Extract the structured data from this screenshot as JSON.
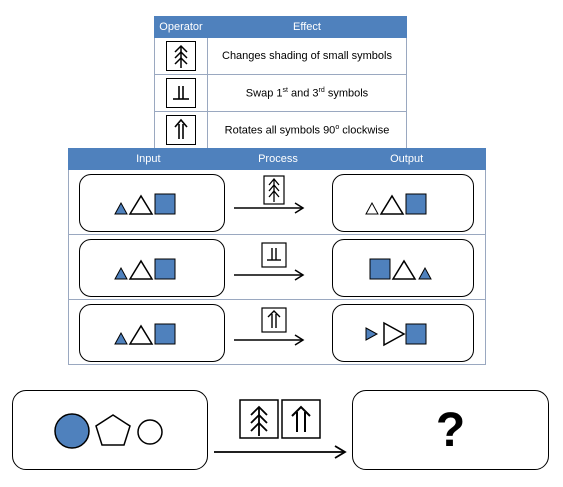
{
  "operator_table": {
    "headers": [
      "Operator",
      "Effect"
    ],
    "rows": [
      {
        "icon": "shading-operator-icon",
        "effect": "Changes shading of small symbols"
      },
      {
        "icon": "swap-operator-icon",
        "effect_pre": "Swap 1",
        "sup1": "st",
        "effect_mid": " and 3",
        "sup2": "rd",
        "effect_post": " symbols"
      },
      {
        "icon": "rotate-operator-icon",
        "effect_pre": "Rotates all symbols 90",
        "sup1": "o",
        "effect_post": " clockwise"
      }
    ]
  },
  "process_table": {
    "headers": [
      "Input",
      "Process",
      "Output"
    ]
  },
  "question": {
    "mark": "?"
  },
  "colors": {
    "header_blue": "#4f81bd",
    "shape_fill": "#4f81bd"
  }
}
